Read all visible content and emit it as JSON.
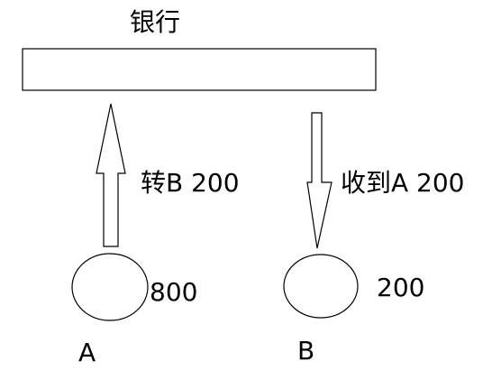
{
  "bank": {
    "title": "银行"
  },
  "flows": {
    "outgoing_label": "转B 200",
    "incoming_label": "收到A 200"
  },
  "accounts": {
    "a": {
      "name": "A",
      "balance": "800"
    },
    "b": {
      "name": "B",
      "balance": "200"
    }
  },
  "colors": {
    "stroke": "#000000",
    "fill": "#ffffff"
  }
}
